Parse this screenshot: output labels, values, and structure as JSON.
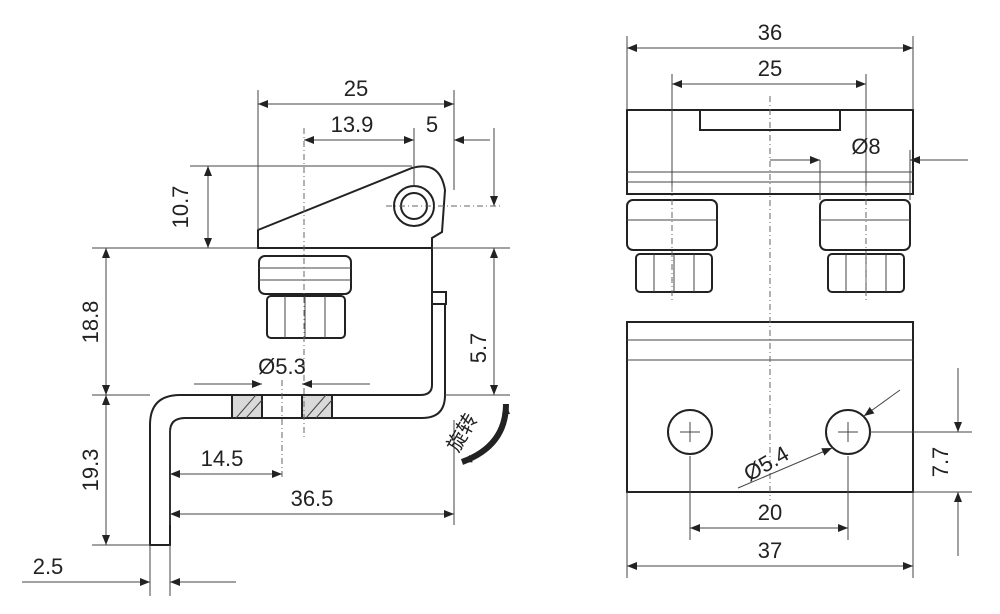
{
  "side_view": {
    "dim_25": "25",
    "dim_13_9": "13.9",
    "dim_5": "5",
    "dim_10_7": "10.7",
    "dim_18_8": "18.8",
    "dim_5_7": "5.7",
    "dim_dia_5_3": "Ø5.3",
    "dim_19_3": "19.3",
    "dim_14_5": "14.5",
    "dim_36_5": "36.5",
    "dim_2_5": "2.5",
    "rotate_label": "旋转"
  },
  "front_view": {
    "dim_36": "36",
    "dim_25": "25",
    "dim_dia_8": "Ø8",
    "dim_dia_5_4": "Ø5.4",
    "dim_7_7": "7.7",
    "dim_20": "20",
    "dim_37": "37"
  },
  "colors": {
    "line": "#222222",
    "shade": "#d9d9d9",
    "background": "#ffffff"
  }
}
